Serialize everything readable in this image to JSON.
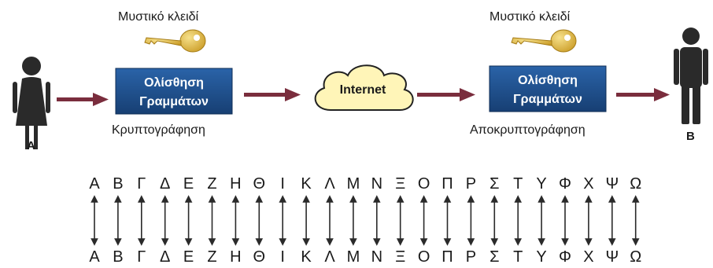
{
  "left": {
    "person_label": "A",
    "key_label": "Μυστικό κλειδί",
    "box_line1": "Ολίσθηση",
    "box_line2": "Γραμμάτων",
    "caption": "Κρυπτογράφηση"
  },
  "cloud_label": "Internet",
  "right": {
    "person_label": "B",
    "key_label": "Μυστικό κλειδί",
    "box_line1": "Ολίσθηση",
    "box_line2": "Γραμμάτων",
    "caption": "Αποκρυπτογράφηση"
  },
  "alphabet_top": [
    "Α",
    "Β",
    "Γ",
    "Δ",
    "Ε",
    "Ζ",
    "Η",
    "Θ",
    "Ι",
    "Κ",
    "Λ",
    "Μ",
    "Ν",
    "Ξ",
    "Ο",
    "Π",
    "Ρ",
    "Σ",
    "Τ",
    "Υ",
    "Φ",
    "Χ",
    "Ψ",
    "Ω"
  ],
  "alphabet_bottom": [
    "Α",
    "Β",
    "Γ",
    "Δ",
    "Ε",
    "Ζ",
    "Η",
    "Θ",
    "Ι",
    "Κ",
    "Λ",
    "Μ",
    "Ν",
    "Ξ",
    "Ο",
    "Π",
    "Ρ",
    "Σ",
    "Τ",
    "Υ",
    "Φ",
    "Χ",
    "Ψ",
    "Ω"
  ],
  "colors": {
    "box": "#1e4f8e",
    "arrow": "#7a2d3d",
    "key": "#e2c24b",
    "cloud": "#fff5b8",
    "figure": "#2a2a2a"
  }
}
